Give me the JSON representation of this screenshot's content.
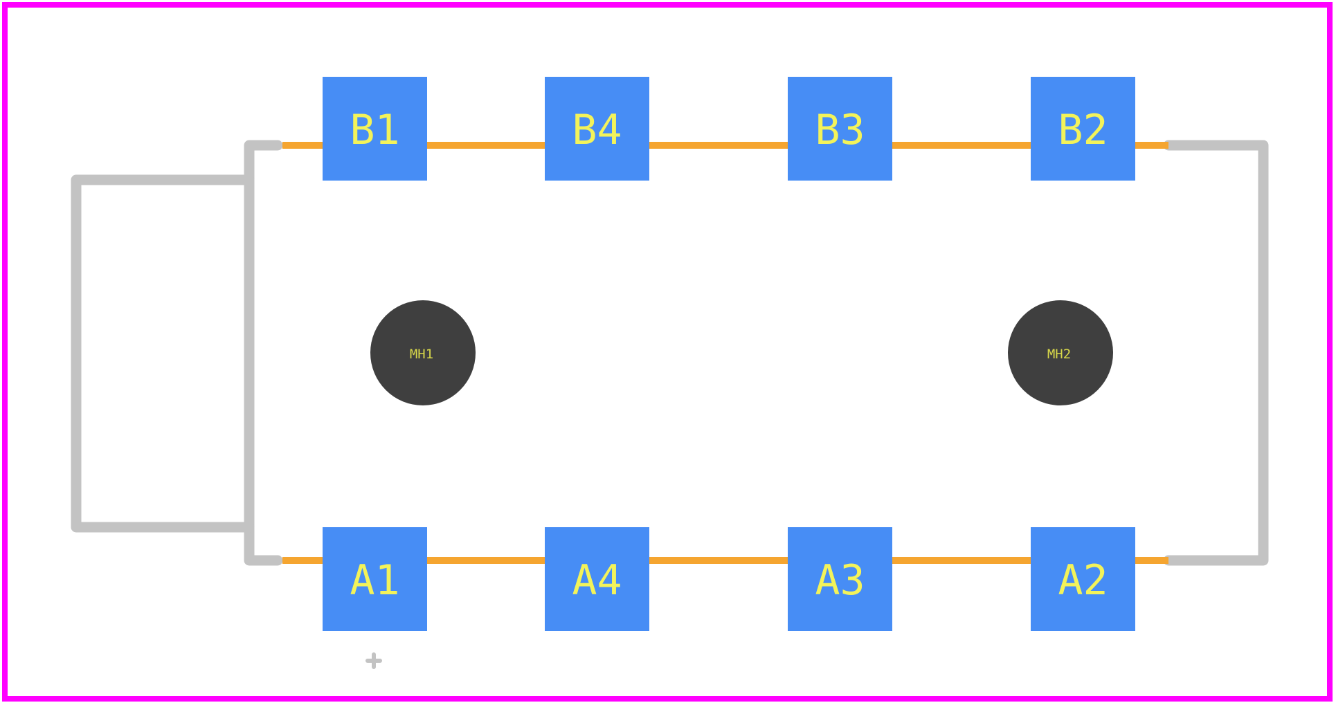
{
  "colors": {
    "background": "#ffffff",
    "board_outline": "#ff00ff",
    "silkscreen": "#c3c3c3",
    "copper_trace": "#f5a530",
    "pad_fill": "#478df5",
    "pad_label": "#f3f35a",
    "mounting_hole": "#3f3f3f",
    "hole_label": "#d8d84a"
  },
  "pads": {
    "top": [
      "B1",
      "B4",
      "B3",
      "B2"
    ],
    "bottom": [
      "A1",
      "A4",
      "A3",
      "A2"
    ]
  },
  "mounting_holes": [
    "MH1",
    "MH2"
  ],
  "origin_marker_icon": "origin-cross-icon"
}
